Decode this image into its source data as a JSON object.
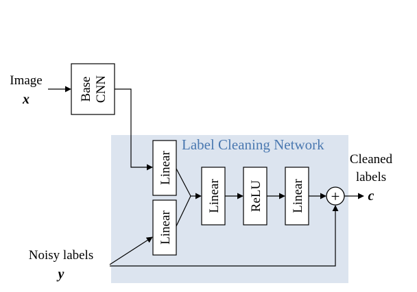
{
  "inputs": {
    "image_label": "Image",
    "image_symbol": "x",
    "noisy_label": "Noisy labels",
    "noisy_symbol": "y"
  },
  "base_cnn": {
    "line1": "Base",
    "line2": "CNN"
  },
  "network": {
    "title": "Label Cleaning Network",
    "background_color": "#dce4ef",
    "title_color": "#4a78b0",
    "linear_top": "Linear",
    "linear_bottom": "Linear",
    "linear_mid": "Linear",
    "relu": "ReLU",
    "linear_out": "Linear",
    "sum_symbol": "+"
  },
  "output": {
    "line1": "Cleaned",
    "line2": "labels",
    "symbol": "c"
  }
}
